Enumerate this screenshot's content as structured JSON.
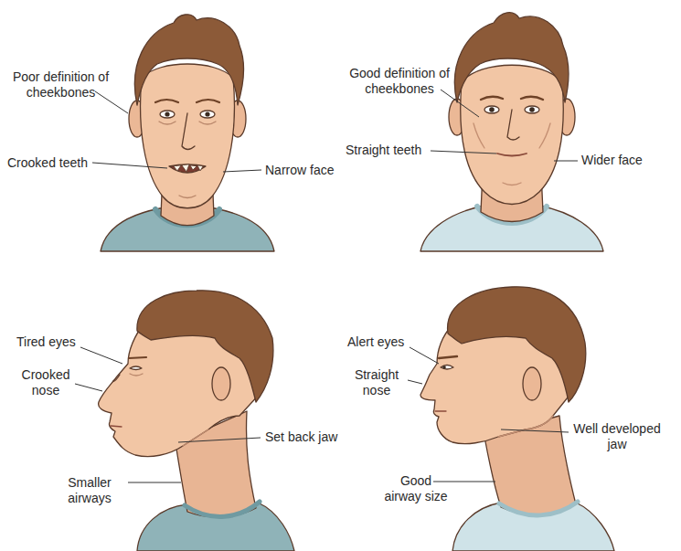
{
  "diagram": {
    "labels": [
      "Poor definition of cheekbones",
      "Crooked teeth",
      "Narrow face",
      "Good definition of cheekbones",
      "Straight teeth",
      "Wider face",
      "Tired eyes",
      "Crooked nose",
      "Set back jaw",
      "Smaller airways",
      "Alert eyes",
      "Straight nose",
      "Well developed jaw",
      "Good airway size"
    ]
  }
}
